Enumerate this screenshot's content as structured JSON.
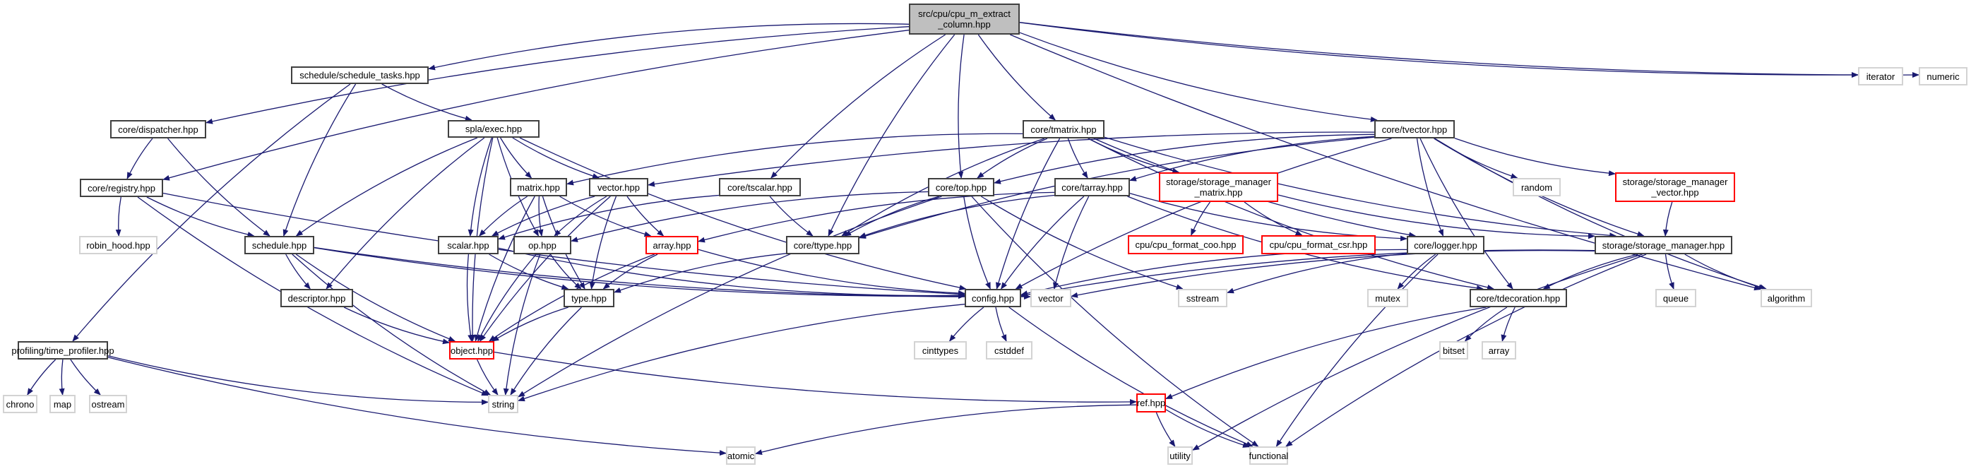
{
  "diagram": {
    "title": "src/cpu/cpu_m_extract_column.hpp",
    "edge_color": "#191970",
    "nodes": [
      {
        "id": "root",
        "label": "src/cpu/cpu_m_extract\n_column.hpp",
        "kind": "root"
      },
      {
        "id": "schedule_tasks",
        "label": "schedule/schedule_tasks.hpp",
        "kind": "local"
      },
      {
        "id": "dispatcher",
        "label": "core/dispatcher.hpp",
        "kind": "local"
      },
      {
        "id": "registry",
        "label": "core/registry.hpp",
        "kind": "local"
      },
      {
        "id": "robin_hood",
        "label": "robin_hood.hpp",
        "kind": "sys"
      },
      {
        "id": "schedule",
        "label": "schedule.hpp",
        "kind": "local"
      },
      {
        "id": "descriptor",
        "label": "descriptor.hpp",
        "kind": "local"
      },
      {
        "id": "time_profiler",
        "label": "profiling/time_profiler.hpp",
        "kind": "local"
      },
      {
        "id": "chrono",
        "label": "chrono",
        "kind": "sys"
      },
      {
        "id": "map",
        "label": "map",
        "kind": "sys"
      },
      {
        "id": "ostream",
        "label": "ostream",
        "kind": "sys"
      },
      {
        "id": "string",
        "label": "string",
        "kind": "sys"
      },
      {
        "id": "exec",
        "label": "spla/exec.hpp",
        "kind": "local"
      },
      {
        "id": "matrix",
        "label": "matrix.hpp",
        "kind": "local"
      },
      {
        "id": "vector_h",
        "label": "vector.hpp",
        "kind": "local"
      },
      {
        "id": "scalar",
        "label": "scalar.hpp",
        "kind": "local"
      },
      {
        "id": "op",
        "label": "op.hpp",
        "kind": "local"
      },
      {
        "id": "array_h",
        "label": "array.hpp",
        "kind": "missing"
      },
      {
        "id": "type",
        "label": "type.hpp",
        "kind": "local"
      },
      {
        "id": "object",
        "label": "object.hpp",
        "kind": "missing"
      },
      {
        "id": "tscalar",
        "label": "core/tscalar.hpp",
        "kind": "local"
      },
      {
        "id": "ttype",
        "label": "core/ttype.hpp",
        "kind": "local"
      },
      {
        "id": "tmatrix",
        "label": "core/tmatrix.hpp",
        "kind": "local"
      },
      {
        "id": "top",
        "label": "core/top.hpp",
        "kind": "local"
      },
      {
        "id": "tarray",
        "label": "core/tarray.hpp",
        "kind": "local"
      },
      {
        "id": "sm_matrix",
        "label": "storage/storage_manager\n_matrix.hpp",
        "kind": "missing"
      },
      {
        "id": "coo",
        "label": "cpu/cpu_format_coo.hpp",
        "kind": "missing"
      },
      {
        "id": "csr",
        "label": "cpu/cpu_format_csr.hpp",
        "kind": "missing"
      },
      {
        "id": "config",
        "label": "config.hpp",
        "kind": "local"
      },
      {
        "id": "vector_std",
        "label": "vector",
        "kind": "sys"
      },
      {
        "id": "sstream",
        "label": "sstream",
        "kind": "sys"
      },
      {
        "id": "cinttypes",
        "label": "cinttypes",
        "kind": "sys"
      },
      {
        "id": "cstddef",
        "label": "cstddef",
        "kind": "sys"
      },
      {
        "id": "ref",
        "label": "ref.hpp",
        "kind": "missing"
      },
      {
        "id": "atomic",
        "label": "atomic",
        "kind": "sys"
      },
      {
        "id": "utility",
        "label": "utility",
        "kind": "sys"
      },
      {
        "id": "functional",
        "label": "functional",
        "kind": "sys"
      },
      {
        "id": "tvector",
        "label": "core/tvector.hpp",
        "kind": "local"
      },
      {
        "id": "random",
        "label": "random",
        "kind": "sys"
      },
      {
        "id": "sm_vector",
        "label": "storage/storage_manager\n_vector.hpp",
        "kind": "missing"
      },
      {
        "id": "logger",
        "label": "core/logger.hpp",
        "kind": "local"
      },
      {
        "id": "storage_manager",
        "label": "storage/storage_manager.hpp",
        "kind": "local"
      },
      {
        "id": "mutex",
        "label": "mutex",
        "kind": "sys"
      },
      {
        "id": "tdecoration",
        "label": "core/tdecoration.hpp",
        "kind": "local"
      },
      {
        "id": "queue",
        "label": "queue",
        "kind": "sys"
      },
      {
        "id": "algorithm",
        "label": "algorithm",
        "kind": "sys"
      },
      {
        "id": "bitset",
        "label": "bitset",
        "kind": "sys"
      },
      {
        "id": "array_std",
        "label": "array",
        "kind": "sys"
      },
      {
        "id": "iterator",
        "label": "iterator",
        "kind": "sys"
      },
      {
        "id": "numeric",
        "label": "numeric",
        "kind": "sys"
      }
    ],
    "edges": [
      [
        "root",
        "schedule_tasks"
      ],
      [
        "root",
        "dispatcher"
      ],
      [
        "root",
        "registry"
      ],
      [
        "root",
        "tscalar"
      ],
      [
        "root",
        "ttype"
      ],
      [
        "root",
        "top"
      ],
      [
        "root",
        "tmatrix"
      ],
      [
        "root",
        "tvector"
      ],
      [
        "root",
        "iterator"
      ],
      [
        "root",
        "numeric"
      ],
      [
        "root",
        "algorithm"
      ],
      [
        "schedule_tasks",
        "exec"
      ],
      [
        "schedule_tasks",
        "schedule"
      ],
      [
        "schedule_tasks",
        "time_profiler"
      ],
      [
        "dispatcher",
        "registry"
      ],
      [
        "dispatcher",
        "schedule"
      ],
      [
        "registry",
        "robin_hood"
      ],
      [
        "registry",
        "schedule"
      ],
      [
        "registry",
        "string"
      ],
      [
        "registry",
        "config"
      ],
      [
        "schedule",
        "descriptor"
      ],
      [
        "schedule",
        "object"
      ],
      [
        "schedule",
        "string"
      ],
      [
        "schedule",
        "config"
      ],
      [
        "schedule",
        "vector_std"
      ],
      [
        "descriptor",
        "object"
      ],
      [
        "time_profiler",
        "chrono"
      ],
      [
        "time_profiler",
        "map"
      ],
      [
        "time_profiler",
        "ostream"
      ],
      [
        "time_profiler",
        "string"
      ],
      [
        "time_profiler",
        "atomic"
      ],
      [
        "exec",
        "schedule"
      ],
      [
        "exec",
        "descriptor"
      ],
      [
        "exec",
        "matrix"
      ],
      [
        "exec",
        "vector_h"
      ],
      [
        "exec",
        "scalar"
      ],
      [
        "exec",
        "op"
      ],
      [
        "exec",
        "object"
      ],
      [
        "exec",
        "config"
      ],
      [
        "matrix",
        "scalar"
      ],
      [
        "matrix",
        "op"
      ],
      [
        "matrix",
        "array_h"
      ],
      [
        "matrix",
        "type"
      ],
      [
        "matrix",
        "object"
      ],
      [
        "vector_h",
        "scalar"
      ],
      [
        "vector_h",
        "op"
      ],
      [
        "vector_h",
        "array_h"
      ],
      [
        "vector_h",
        "type"
      ],
      [
        "vector_h",
        "object"
      ],
      [
        "scalar",
        "type"
      ],
      [
        "scalar",
        "object"
      ],
      [
        "scalar",
        "config"
      ],
      [
        "op",
        "type"
      ],
      [
        "op",
        "object"
      ],
      [
        "op",
        "string"
      ],
      [
        "array_h",
        "type"
      ],
      [
        "array_h",
        "object"
      ],
      [
        "array_h",
        "config"
      ],
      [
        "type",
        "object"
      ],
      [
        "type",
        "string"
      ],
      [
        "object",
        "string"
      ],
      [
        "object",
        "ref"
      ],
      [
        "tscalar",
        "ttype"
      ],
      [
        "tscalar",
        "scalar"
      ],
      [
        "ttype",
        "type"
      ],
      [
        "tmatrix",
        "matrix"
      ],
      [
        "tmatrix",
        "top"
      ],
      [
        "tmatrix",
        "tarray"
      ],
      [
        "tmatrix",
        "ttype"
      ],
      [
        "tmatrix",
        "sm_matrix"
      ],
      [
        "tmatrix",
        "config"
      ],
      [
        "tmatrix",
        "logger"
      ],
      [
        "tmatrix",
        "storage_manager"
      ],
      [
        "tmatrix",
        "tdecoration"
      ],
      [
        "top",
        "op"
      ],
      [
        "top",
        "ttype"
      ],
      [
        "top",
        "config"
      ],
      [
        "top",
        "string"
      ],
      [
        "top",
        "sstream"
      ],
      [
        "top",
        "functional"
      ],
      [
        "tarray",
        "array_h"
      ],
      [
        "tarray",
        "ttype"
      ],
      [
        "tarray",
        "config"
      ],
      [
        "tarray",
        "vector_std"
      ],
      [
        "tarray",
        "logger"
      ],
      [
        "tarray",
        "tdecoration"
      ],
      [
        "sm_matrix",
        "coo"
      ],
      [
        "sm_matrix",
        "csr"
      ],
      [
        "sm_matrix",
        "storage_manager"
      ],
      [
        "config",
        "cinttypes"
      ],
      [
        "config",
        "cstddef"
      ],
      [
        "config",
        "string"
      ],
      [
        "config",
        "functional"
      ],
      [
        "ref",
        "atomic"
      ],
      [
        "ref",
        "utility"
      ],
      [
        "ref",
        "functional"
      ],
      [
        "tvector",
        "vector_h"
      ],
      [
        "tvector",
        "top"
      ],
      [
        "tvector",
        "tarray"
      ],
      [
        "tvector",
        "ttype"
      ],
      [
        "tvector",
        "config"
      ],
      [
        "tvector",
        "logger"
      ],
      [
        "tvector",
        "random"
      ],
      [
        "tvector",
        "sm_vector"
      ],
      [
        "tvector",
        "storage_manager"
      ],
      [
        "tvector",
        "tdecoration"
      ],
      [
        "tvector",
        "algorithm"
      ],
      [
        "sm_vector",
        "storage_manager"
      ],
      [
        "logger",
        "config"
      ],
      [
        "logger",
        "mutex"
      ],
      [
        "logger",
        "sstream"
      ],
      [
        "logger",
        "functional"
      ],
      [
        "storage_manager",
        "config"
      ],
      [
        "storage_manager",
        "tdecoration"
      ],
      [
        "storage_manager",
        "queue"
      ],
      [
        "storage_manager",
        "algorithm"
      ],
      [
        "storage_manager",
        "vector_std"
      ],
      [
        "storage_manager",
        "utility"
      ],
      [
        "storage_manager",
        "functional"
      ],
      [
        "tdecoration",
        "ref"
      ],
      [
        "tdecoration",
        "bitset"
      ],
      [
        "tdecoration",
        "array_std"
      ]
    ]
  }
}
